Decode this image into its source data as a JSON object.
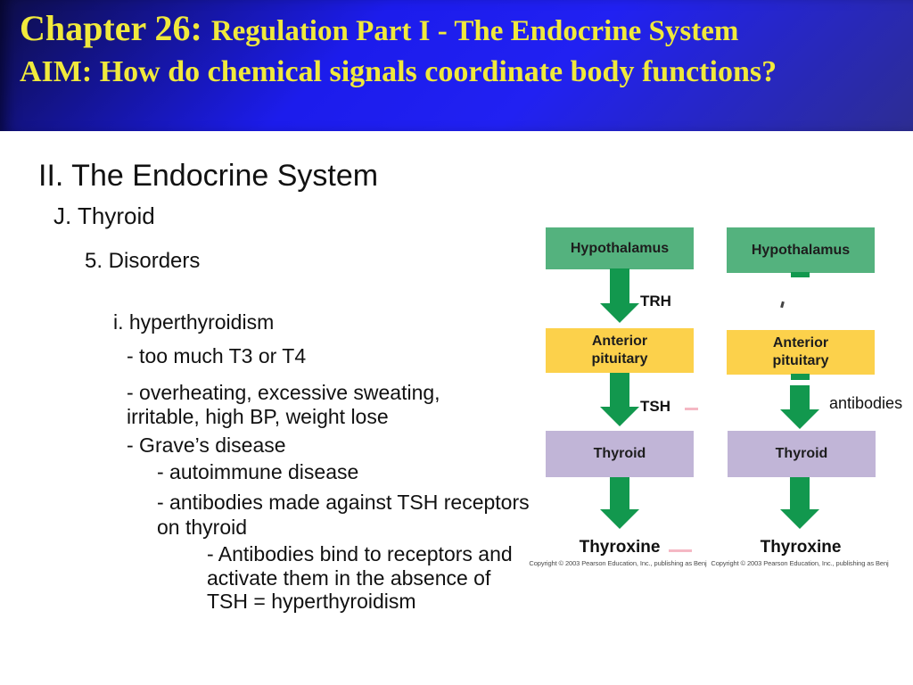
{
  "header": {
    "chapter_label": "Chapter 26:",
    "chapter_subtitle": "Regulation Part I - The Endocrine System",
    "aim": "AIM: How do chemical signals coordinate body functions?"
  },
  "outline": {
    "lines": [
      "II. The Endocrine System",
      "J. Thyroid",
      "5. Disorders",
      "i. hyperthyroidism",
      "- too much T3 or T4",
      "- overheating, excessive sweating,",
      "irritable, high BP, weight lose",
      "- Grave’s disease",
      "- autoimmune disease",
      "- antibodies made against TSH receptors",
      "on thyroid",
      "- Antibodies bind to receptors and",
      "activate them in the absence of",
      "TSH = hyperthyroidism"
    ]
  },
  "diagram_left": {
    "hypothalamus": "Hypothalamus",
    "trh_label": "TRH",
    "anterior_pituitary": "Anterior\npituitary",
    "tsh_label": "TSH",
    "thyroid": "Thyroid",
    "thyroxine": "Thyroxine",
    "copyright": "Copyright © 2003 Pearson Education, Inc., publishing as Benj"
  },
  "diagram_right": {
    "hypothalamus": "Hypothalamus",
    "anterior_pituitary": "Anterior\npituitary",
    "antibodies_label": "antibodies",
    "thyroid": "Thyroid",
    "thyroxine": "Thyroxine",
    "copyright": "Copyright © 2003 Pearson Education, Inc., publishing as Benj"
  },
  "colors": {
    "hypothalamus_green": "#54b27e",
    "pituitary_yellow": "#fcd14b",
    "thyroid_purple": "#c1b5d7",
    "arrow_green": "#12984e",
    "header_blue_bright": "#2121f2",
    "header_blue_dark": "#0e0e4a",
    "title_yellow": "#f0e93c"
  }
}
